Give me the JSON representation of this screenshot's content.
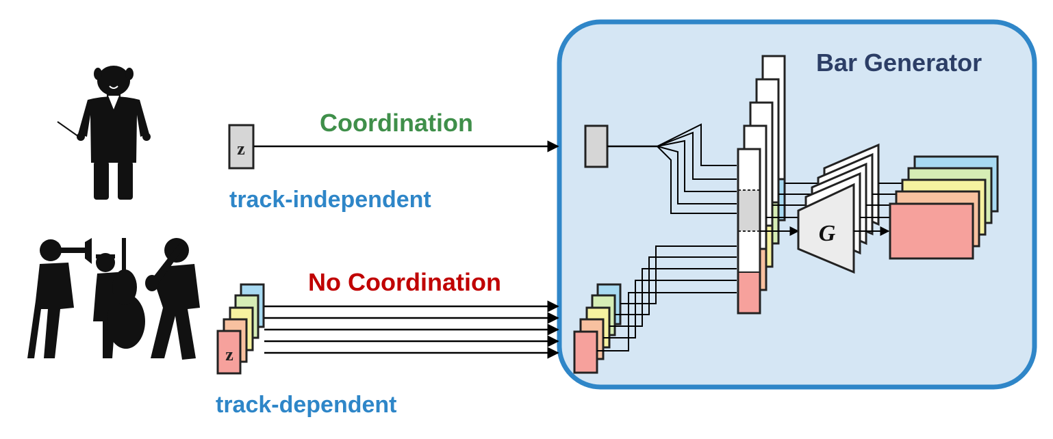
{
  "labels": {
    "coordination": "Coordination",
    "no_coordination": "No Coordination",
    "track_independent": "track-independent",
    "track_dependent": "track-dependent",
    "bar_generator": "Bar Generator",
    "z_top": "z",
    "z_bottom": "z",
    "generator": "G"
  },
  "colors": {
    "coordination": "#3f8f4a",
    "no_coordination": "#c00000",
    "track_label": "#2e86c8",
    "bar_generator_title": "#2c3e66",
    "bar_generator_fill": "#d5e6f4",
    "bar_generator_border": "#2f86c8",
    "track_layers": [
      "#f6a19c",
      "#f8c1a0",
      "#f6f2a0",
      "#d6edb5",
      "#a8daf2"
    ],
    "z_shared": "#d6d6d6"
  },
  "icons": {
    "conductor": "conductor-silhouette-icon",
    "band": "jazz-band-silhouette-icon"
  }
}
